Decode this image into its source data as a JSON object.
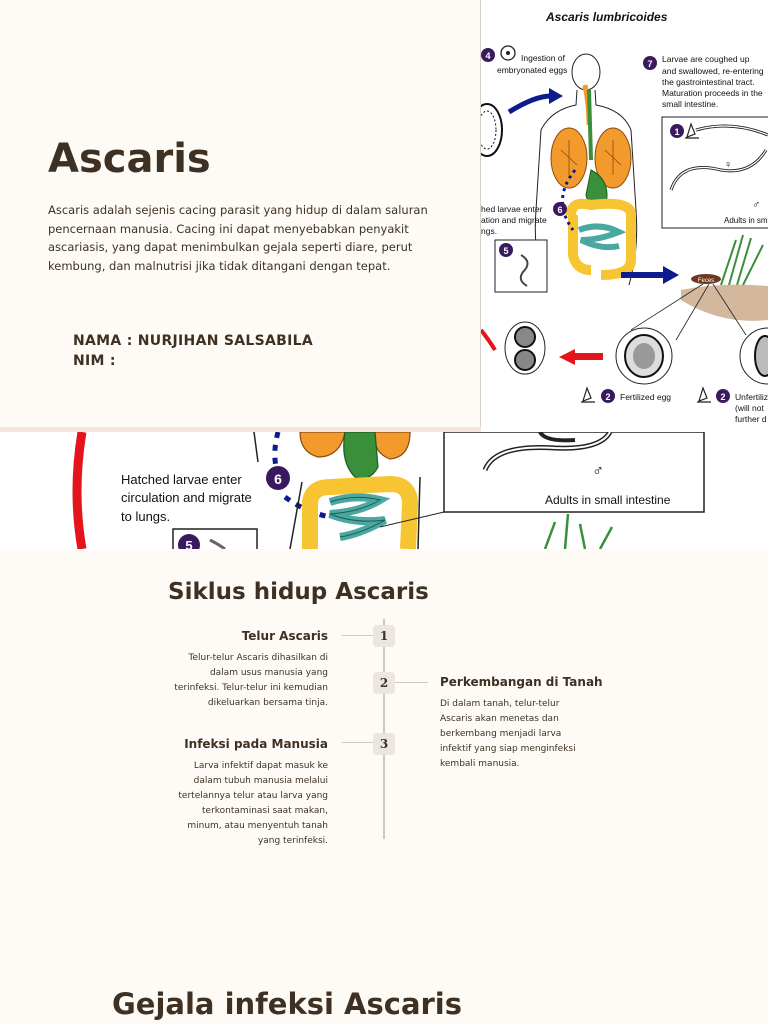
{
  "slide1": {
    "title": "Ascaris",
    "intro": "Ascaris adalah sejenis cacing parasit yang hidup di dalam saluran pencernaan manusia. Cacing ini dapat menyebabkan penyakit ascariasis, yang dapat menimbulkan gejala seperti diare, perut kembung, dan malnutrisi jika tidak ditangani dengan tepat.",
    "name_line": "NAMA : NURJIHAN SALSABILA",
    "nim_line": "NIM :"
  },
  "diagram": {
    "heading": "Ascaris lumbricoides",
    "step4_label": "Ingestion of embryonated eggs",
    "step7_label_1": "Larvae are coughed up",
    "step7_label_2": "and swallowed, re-entering",
    "step7_label_3": "the gastrointestinal tract.",
    "step7_label_4": "Maturation proceeds in the",
    "step7_label_5": "small intestine.",
    "step6_label_1": "hed larvae enter",
    "step6_label_2": "ation and migrate",
    "step6_label_3": "ngs.",
    "adults_label": "Adults in sm",
    "feces_label": "Feces",
    "fertilized_label": "Fertilized egg",
    "unfertilized_1": "Unfertiliz",
    "unfertilized_2": "(will not",
    "unfertilized_3": "further d",
    "zoom_larvae_1": "Hatched larvae enter",
    "zoom_larvae_2": "circulation and migrate",
    "zoom_larvae_3": "to lungs.",
    "zoom_adults": "Adults in small intestine",
    "n1": "1",
    "n2": "2",
    "n4": "4",
    "n5": "5",
    "n6": "6",
    "n7": "7"
  },
  "slide2": {
    "title": "Siklus hidup Ascaris",
    "steps": [
      {
        "num": "1",
        "title": "Telur Ascaris",
        "desc": [
          "Telur-telur Ascaris dihasilkan di",
          "dalam usus manusia yang",
          "terinfeksi. Telur-telur ini kemudian",
          "dikeluarkan bersama tinja."
        ]
      },
      {
        "num": "2",
        "title": "Perkembangan di Tanah",
        "desc": [
          "Di dalam tanah, telur-telur",
          "Ascaris akan menetas dan",
          "berkembang menjadi larva",
          "infektif yang siap menginfeksi",
          "kembali manusia."
        ]
      },
      {
        "num": "3",
        "title": "Infeksi pada Manusia",
        "desc": [
          "Larva infektif dapat masuk ke",
          "dalam tubuh manusia melalui",
          "tertelannya telur atau larva yang",
          "terkontaminasi saat makan,",
          "minum, atau menyentuh tanah",
          "yang terinfeksi."
        ]
      }
    ]
  },
  "slide3": {
    "title": "Gejala infeksi Ascaris"
  },
  "colors": {
    "accent_text": "#3e3123",
    "step_purple": "#3a1a5e",
    "lung_orange": "#f39a2c",
    "intestine_yellow": "#f7c531",
    "intestine_teal": "#4aa8a0",
    "arrow_blue": "#0d1b8c",
    "arrow_red": "#e3151a"
  }
}
